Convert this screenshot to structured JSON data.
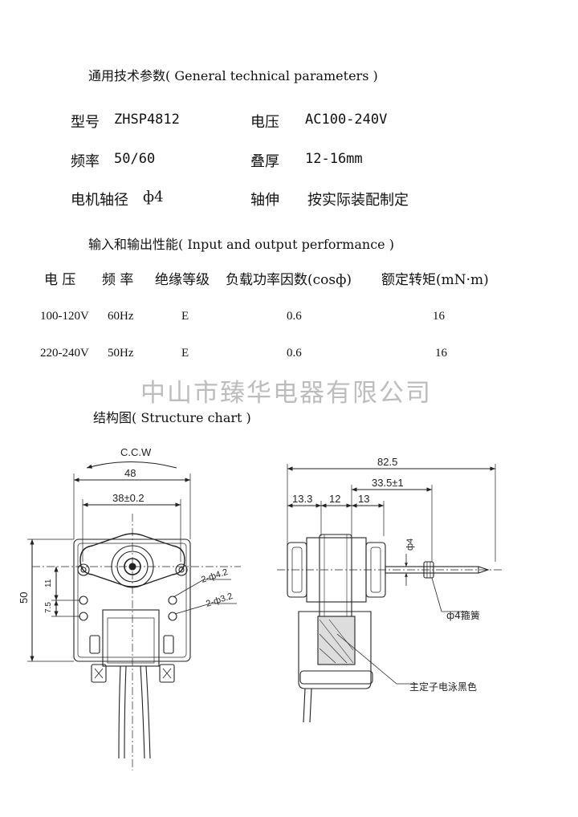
{
  "general": {
    "heading": "通用技术参数( General technical parameters )",
    "model_label": "型号",
    "model_value": "ZHSP4812",
    "voltage_label": "电压",
    "voltage_value": "AC100-240V",
    "freq_label": "频率",
    "freq_value": "50/60",
    "stack_label": "叠厚",
    "stack_value": "12-16mm",
    "shaft_dia_label": "电机轴径",
    "shaft_dia_value": "ф4",
    "shaft_ext_label": "轴伸",
    "shaft_ext_value": "按实际装配制定"
  },
  "io": {
    "heading": "输入和输出性能( Input and output performance )",
    "columns": [
      "电 压",
      "频 率",
      "绝缘等级",
      "负载功率因数(cosф)",
      "额定转矩(mN·m)"
    ],
    "rows": [
      [
        "100-120V",
        "60Hz",
        "E",
        "0.6",
        "16"
      ],
      [
        "220-240V",
        "50Hz",
        "E",
        "0.6",
        "16"
      ]
    ]
  },
  "watermark": "中山市臻华电器有限公司",
  "structure": {
    "heading": "结构图( Structure chart )",
    "front": {
      "rotation": "C.C.W",
      "width": "48",
      "hole_spacing": "38±0.2",
      "height": "50",
      "dim_11": "11",
      "dim_7_5": "7.5",
      "hole_a": "2-ф4.2",
      "hole_b": "2-ф3.2"
    },
    "side": {
      "total_length": "82.5",
      "shaft_len": "33.5±1",
      "seg_a": "13.3",
      "seg_b": "12",
      "seg_c": "13",
      "shaft_dia": "ф4",
      "spring_note": "ф4箍簧",
      "stator_note": "主定子电泳黑色"
    }
  }
}
